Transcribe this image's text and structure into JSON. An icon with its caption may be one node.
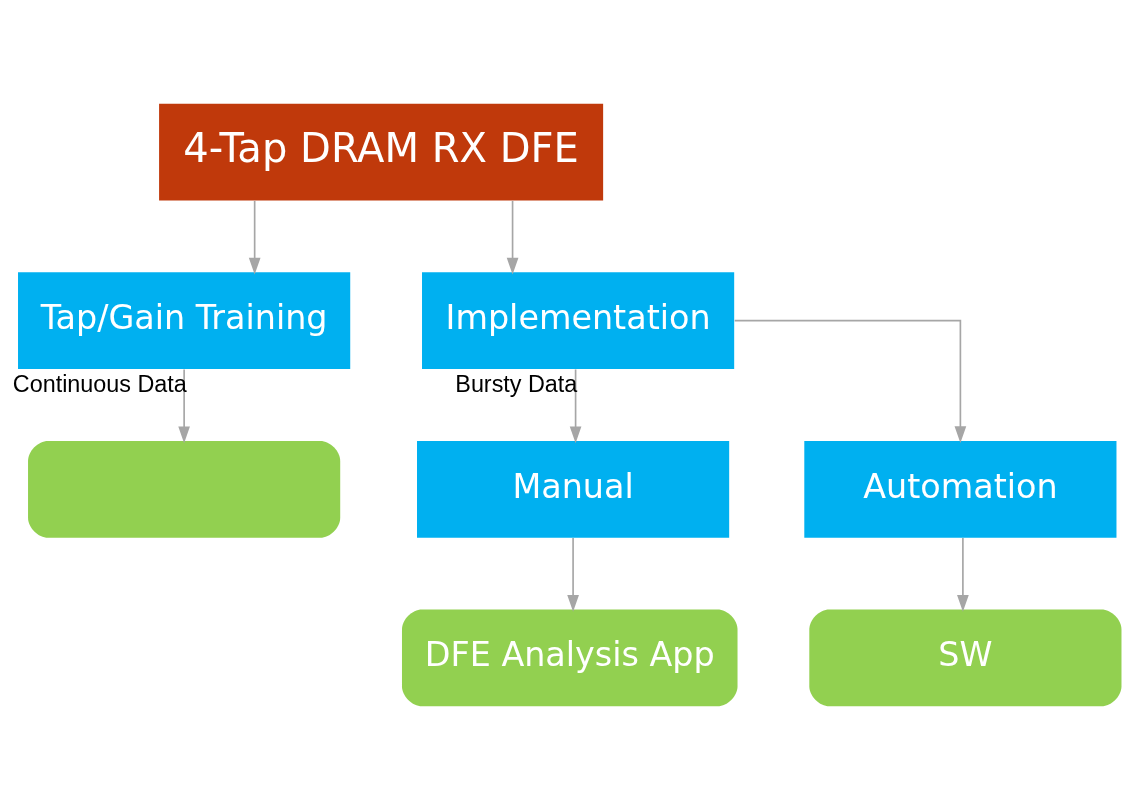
{
  "diagram": {
    "nodes": [
      {
        "text": [
          "4-Tap DRAM RX DFE"
        ]
      },
      {
        "text": [
          "Tap/Gain Training"
        ]
      },
      {
        "text": [
          "Implementation"
        ]
      },
      {
        "text": [],
        "shape": "box"
      },
      {
        "text": [
          "Manual"
        ]
      },
      {
        "text": [
          "Automation"
        ]
      },
      {
        "text": [
          "DFE Analysis App"
        ]
      },
      {
        "text": [
          "SW"
        ]
      }
    ],
    "edges": [
      {
        "from": 0,
        "to": 1,
        "arrow": "to"
      },
      {
        "from": 0,
        "to": 2,
        "arrow": "to"
      },
      {
        "from": 1,
        "to": 3,
        "arrow": "to",
        "label": "Continuous Data"
      },
      {
        "from": 2,
        "to": 4,
        "arrow": "to",
        "label": "Bursty Data"
      },
      {
        "from": 2,
        "to": 5,
        "arrow": "to"
      },
      {
        "from": 4,
        "to": 6,
        "arrow": "to"
      },
      {
        "from": 5,
        "to": 7,
        "arrow": "to"
      }
    ]
  }
}
